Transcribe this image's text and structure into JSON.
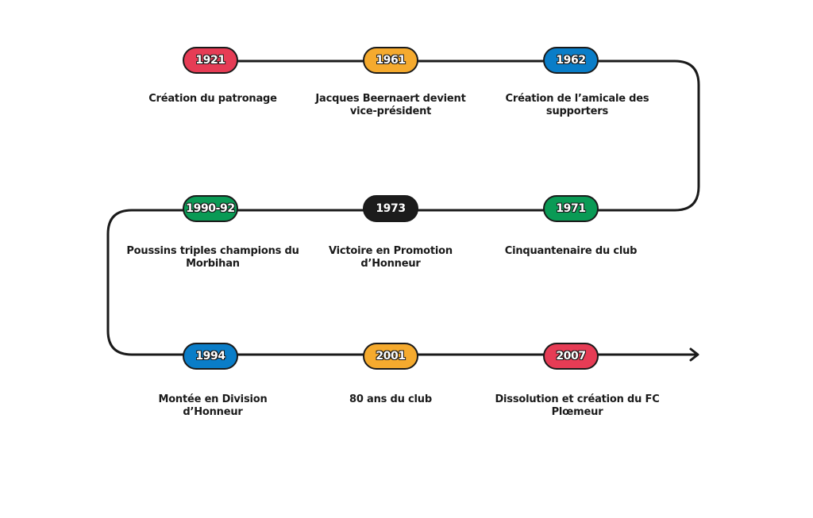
{
  "colors": {
    "red": "#e63c55",
    "yellow": "#f5aa2e",
    "blue": "#0a7dc8",
    "green": "#0a9a55",
    "black": "#1c1c1c",
    "line": "#1a1a1a"
  },
  "events": [
    {
      "year": "1921",
      "label": "Création du patronage",
      "color": "red"
    },
    {
      "year": "1961",
      "label": "Jacques Beernaert devient vice-président",
      "color": "yellow"
    },
    {
      "year": "1962",
      "label": "Création de l’amicale des supporters",
      "color": "blue"
    },
    {
      "year": "1971",
      "label": "Cinquantenaire du club",
      "color": "green"
    },
    {
      "year": "1973",
      "label": "Victoire en Promotion d’Honneur",
      "color": "black"
    },
    {
      "year": "1990-92",
      "label": "Poussins triples champions du Morbihan",
      "color": "green"
    },
    {
      "year": "1994",
      "label": "Montée en Division d’Honneur",
      "color": "blue"
    },
    {
      "year": "2001",
      "label": "80 ans du club",
      "color": "yellow"
    },
    {
      "year": "2007",
      "label": "Dissolution et création du FC Plœmeur",
      "color": "red"
    }
  ]
}
